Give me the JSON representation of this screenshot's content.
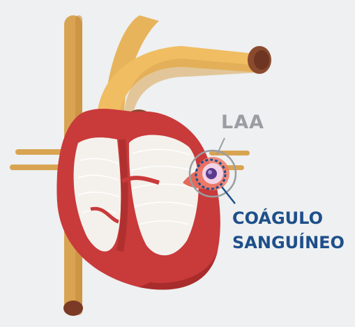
{
  "labels": {
    "appendage": "LAA",
    "clot_line1": "COÁGULO",
    "clot_line2": "SANGUÍNEO"
  },
  "colors": {
    "background": "#eef0f1",
    "vessel": "#d9a451",
    "heart_muscle": "#c93a3a",
    "chamber_interior": "#f4f1ec",
    "laa_label": "#9a9ea2",
    "clot_label": "#1e4f8a",
    "clot": "#5b3b8c"
  },
  "icons": [
    "heart-illustration",
    "magnifier-circle-icon",
    "clot-marker-icon"
  ]
}
